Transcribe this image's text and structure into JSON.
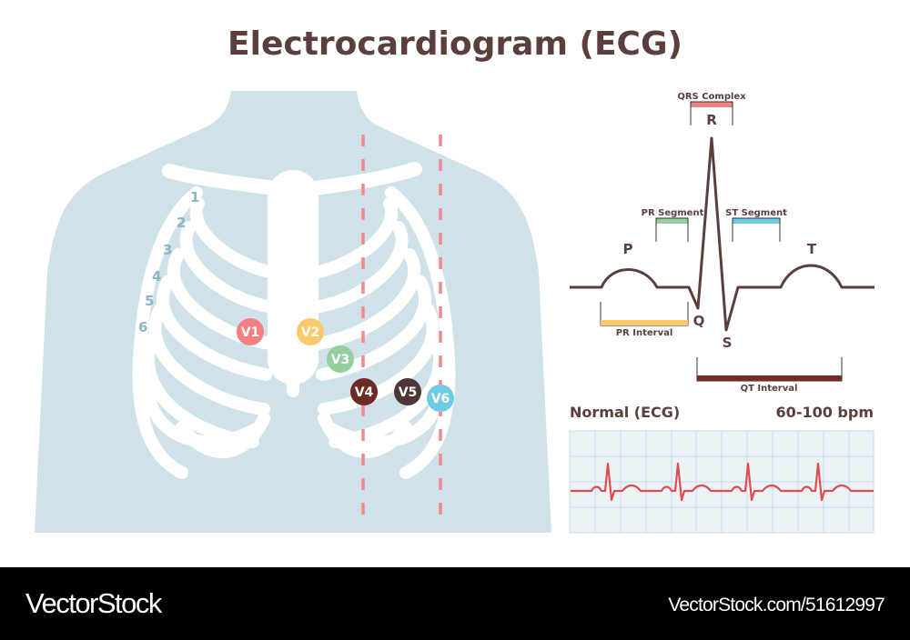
{
  "title": "Electrocardiogram (ECG)",
  "colors": {
    "title": "#5a3f3c",
    "body": "#cfe1e9",
    "bone": "#ffffff",
    "rib_number": "#8fb4c2",
    "dashed_line": "#f08a8c",
    "waveform": "#5a3f3c",
    "strip_bg": "#ecf3f7",
    "strip_grid": "#c5dde6",
    "strip_trace": "#e04c4f"
  },
  "chest": {
    "rib_numbers": [
      "1",
      "2",
      "3",
      "4",
      "5",
      "6"
    ],
    "leads": [
      {
        "label": "V1",
        "color": "#f47e80"
      },
      {
        "label": "V2",
        "color": "#fcc86a"
      },
      {
        "label": "V3",
        "color": "#96cf9e"
      },
      {
        "label": "V4",
        "color": "#6f2a25"
      },
      {
        "label": "V5",
        "color": "#4d3634"
      },
      {
        "label": "V6",
        "color": "#6ecbe6"
      }
    ]
  },
  "waveform": {
    "waves": {
      "P": "P",
      "Q": "Q",
      "R": "R",
      "S": "S",
      "T": "T"
    },
    "segments": [
      {
        "label": "QRS Complex",
        "color": "#f47e80"
      },
      {
        "label": "PR Segment",
        "color": "#96cf9e"
      },
      {
        "label": "ST Segment",
        "color": "#6ecbe6"
      }
    ],
    "intervals": [
      {
        "label": "PR Interval",
        "color": "#fcc86a"
      },
      {
        "label": "QT Interval",
        "color": "#7a2a24"
      }
    ]
  },
  "strip": {
    "label": "Normal (ECG)",
    "rate": "60-100 bpm",
    "beats": 4
  },
  "footer": {
    "brand": "VectorStock",
    "reference": "VectorStock.com/51612997"
  }
}
